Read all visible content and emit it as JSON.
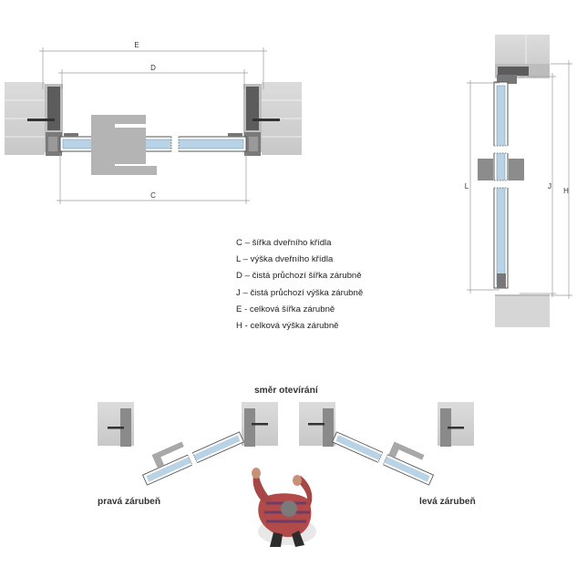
{
  "dimensions": {
    "e": "E",
    "d": "D",
    "c": "C",
    "l": "L",
    "j": "J",
    "h": "H"
  },
  "legend": [
    "C – šířka dveřního křídla",
    "L – výška dveřního křídla",
    "D – čistá průchozí šířka zárubně",
    "J – čistá průchozí výška zárubně",
    "E - celková šířka zárubně",
    "H - celková výška zárubně"
  ],
  "opening": {
    "direction_label": "směr otevírání",
    "right_frame_label": "pravá zárubeň",
    "left_frame_label": "levá zárubeň"
  },
  "colors": {
    "wall": "#d4d4d4",
    "frame": "#6a6a6a",
    "glass": "#b8d3e6",
    "dimension_line": "#9a9a9a"
  }
}
